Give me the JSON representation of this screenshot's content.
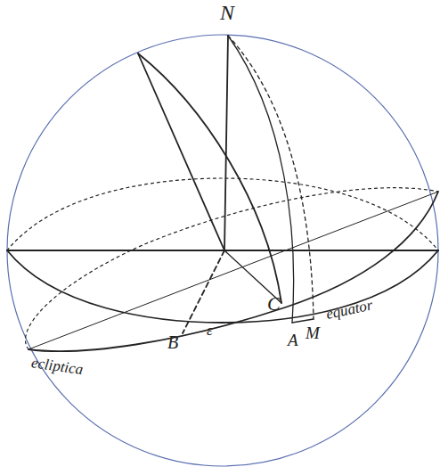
{
  "diagram": {
    "labels": [
      "N",
      "C",
      "ecliptica",
      "B",
      "ε",
      "A",
      "M",
      "equator"
    ]
  }
}
